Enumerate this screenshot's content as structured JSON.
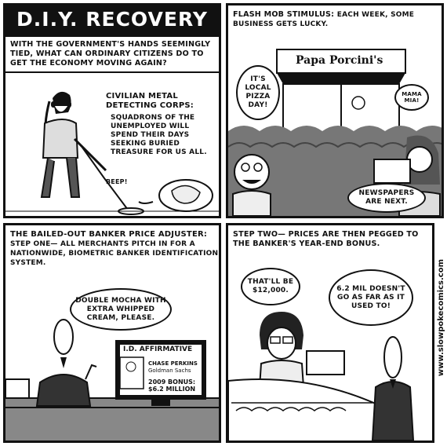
{
  "panel1": {
    "title": "D.I.Y. RECOVERY",
    "intro": "WITH THE GOVERNMENT'S HANDS SEEMINGLY TIED, WHAT CAN ORDINARY CITIZENS DO TO GET THE ECONOMY MOVING AGAIN?",
    "heading": "CIVILIAN METAL DETECTING CORPS:",
    "body": "SQUADRONS OF THE UNEMPLOYED WILL SPEND THEIR DAYS SEEKING BURIED TREASURE FOR US ALL.",
    "beep": "BEEP!"
  },
  "panel2": {
    "heading": "FLASH MOB STIMULUS:",
    "body": "EACH WEEK, SOME BUSINESS GETS LUCKY.",
    "sign": "Papa Porcini's",
    "bubble_left": "IT'S LOCAL PIZZA DAY!",
    "bubble_right": "MAMA MIA!",
    "bubble_bottom": "NEWSPAPERS ARE NEXT."
  },
  "panel3": {
    "heading": "THE BAILED-OUT BANKER PRICE ADJUSTER:",
    "body": "STEP ONE— ALL MERCHANTS PITCH IN FOR A NATIONWIDE, BIOMETRIC BANKER IDENTIFICATION SYSTEM.",
    "bubble": "DOUBLE MOCHA WITH EXTRA WHIPPED CREAM, PLEASE.",
    "monitor_title": "I.D. AFFIRMATIVE",
    "monitor_name": "CHASE PERKINS",
    "monitor_company": "Goldman Sachs",
    "monitor_bonus_label": "2009 BONUS:",
    "monitor_bonus_value": "$6.2 MILLION"
  },
  "panel4": {
    "caption": "STEP TWO— PRICES ARE THEN PEGGED TO THE BANKER'S YEAR-END BONUS.",
    "bubble_clerk": "THAT'LL BE $12,000.",
    "bubble_banker": "6.2 MIL DOESN'T GO AS FAR AS IT USED TO!"
  },
  "credit": "www.slowpokecomics.com"
}
